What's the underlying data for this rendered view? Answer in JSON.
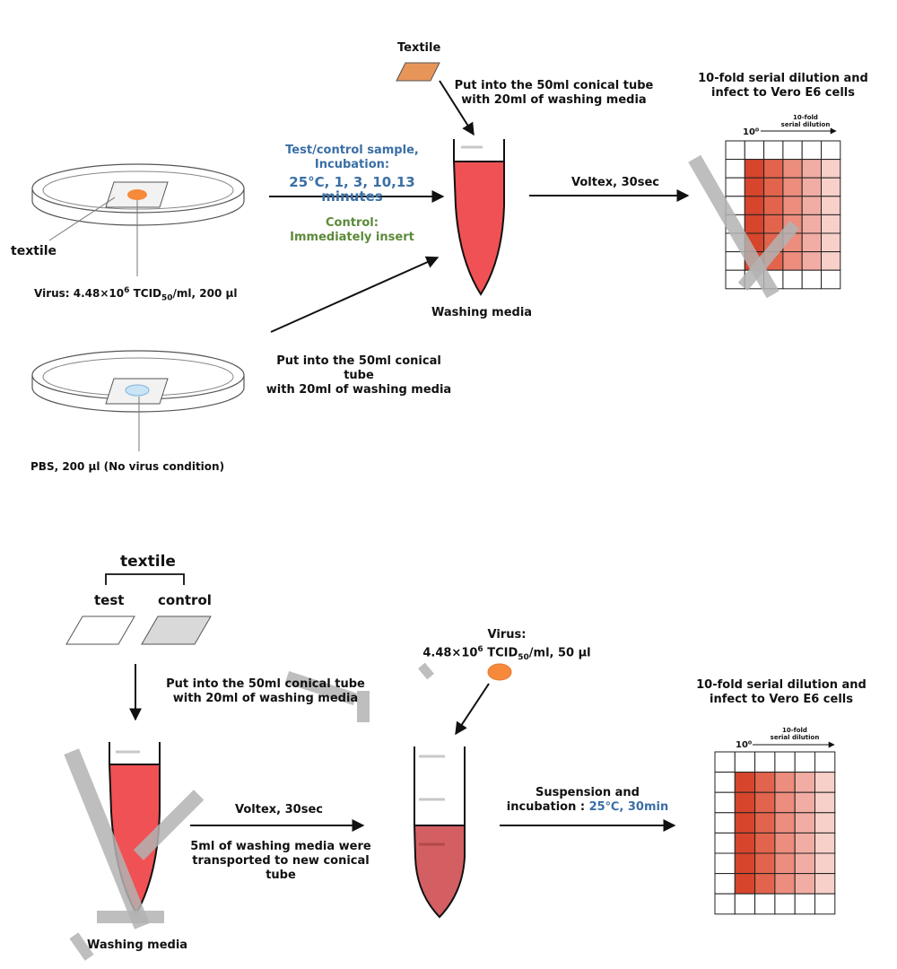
{
  "colors": {
    "tube_red": "#f05154",
    "tube_red_edge": "#c93b3d",
    "tube_muted": "#d45f62",
    "textile_orange": "#e8955a",
    "virus_orange": "#f7893b",
    "pbs_blue": "#c9e4f7",
    "blue_text": "#3a6fa5",
    "green_text": "#5c8a3a",
    "grid_shades": [
      "#d6452c",
      "#e2644d",
      "#ec8d7e",
      "#f1ada4",
      "#f7d0ca"
    ]
  },
  "top": {
    "textile_label": "Textile",
    "put_into_top": [
      "Put into the 50ml conical tube",
      "with 20ml of washing media"
    ],
    "dilution_title": [
      "10-fold serial dilution and",
      "infect to Vero E6 cells"
    ],
    "grid_axis_label": [
      "10-fold",
      "serial dilution"
    ],
    "grid_start_label": "10⁰",
    "incubation": {
      "line1": "Test/control sample,",
      "line2": "Incubation:",
      "line3": "25°C, 1, 3, 10,13 minutes",
      "line4": "Control:",
      "line5": "Immediately insert"
    },
    "voltex_label": "Voltex, 30sec",
    "textile_dish_label": "textile",
    "virus_label_prefix": "Virus: 4.48×10",
    "virus_label_exp": "6",
    "virus_label_tcid": " TCID",
    "virus_label_sub": "50",
    "virus_label_suffix": "/ml, 200 µl",
    "washing_media_label": "Washing media",
    "put_into_bottom": [
      "Put into the 50ml conical tube",
      "with 20ml of washing media"
    ],
    "pbs_label": "PBS, 200 µl (No virus condition)"
  },
  "bottom": {
    "textile_header": "textile",
    "test_label": "test",
    "control_label": "control",
    "put_into": [
      "Put into the 50ml conical tube",
      "with 20ml of washing media"
    ],
    "virus_title": "Virus:",
    "virus_conc_prefix": "4.48×10",
    "virus_conc_exp": "6",
    "virus_conc_tcid": " TCID",
    "virus_conc_sub": "50",
    "virus_conc_suffix": "/ml, 50 µl",
    "dilution_title": [
      "10-fold serial dilution and",
      "infect to Vero E6 cells"
    ],
    "grid_axis_label": [
      "10-fold",
      "serial dilution"
    ],
    "grid_start_label": "10⁰",
    "voltex_label": "Voltex, 30sec",
    "transport_label": [
      "5ml of washing media were",
      "transported to new conical",
      "tube"
    ],
    "suspension_line1": "Suspension and",
    "suspension_line2_prefix": "incubation : ",
    "suspension_line2_value": "25℃, 30min",
    "washing_media_label": "Washing media"
  }
}
